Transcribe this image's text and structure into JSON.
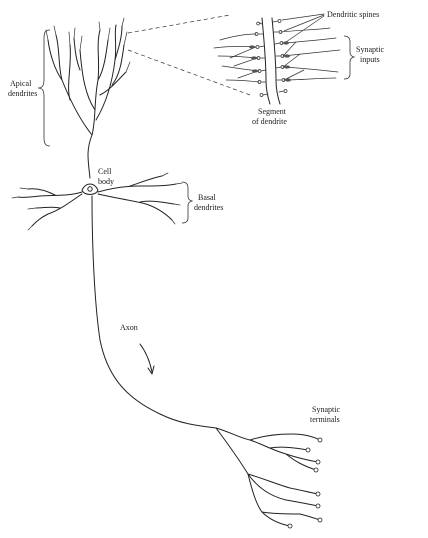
{
  "labels": {
    "apical_dendrites": [
      "Apical",
      "dendrites"
    ],
    "cell_body": [
      "Cell",
      "body"
    ],
    "basal_dendrites": [
      "Basal",
      "dendrites"
    ],
    "axon": "Axon",
    "synaptic_terminals": [
      "Synaptic",
      "terminals"
    ],
    "dendritic_spines": "Dendritic spines",
    "synaptic_inputs": [
      "Synaptic",
      "inputs"
    ],
    "segment_of_dendrite": [
      "Segment",
      "of dendrite"
    ]
  }
}
